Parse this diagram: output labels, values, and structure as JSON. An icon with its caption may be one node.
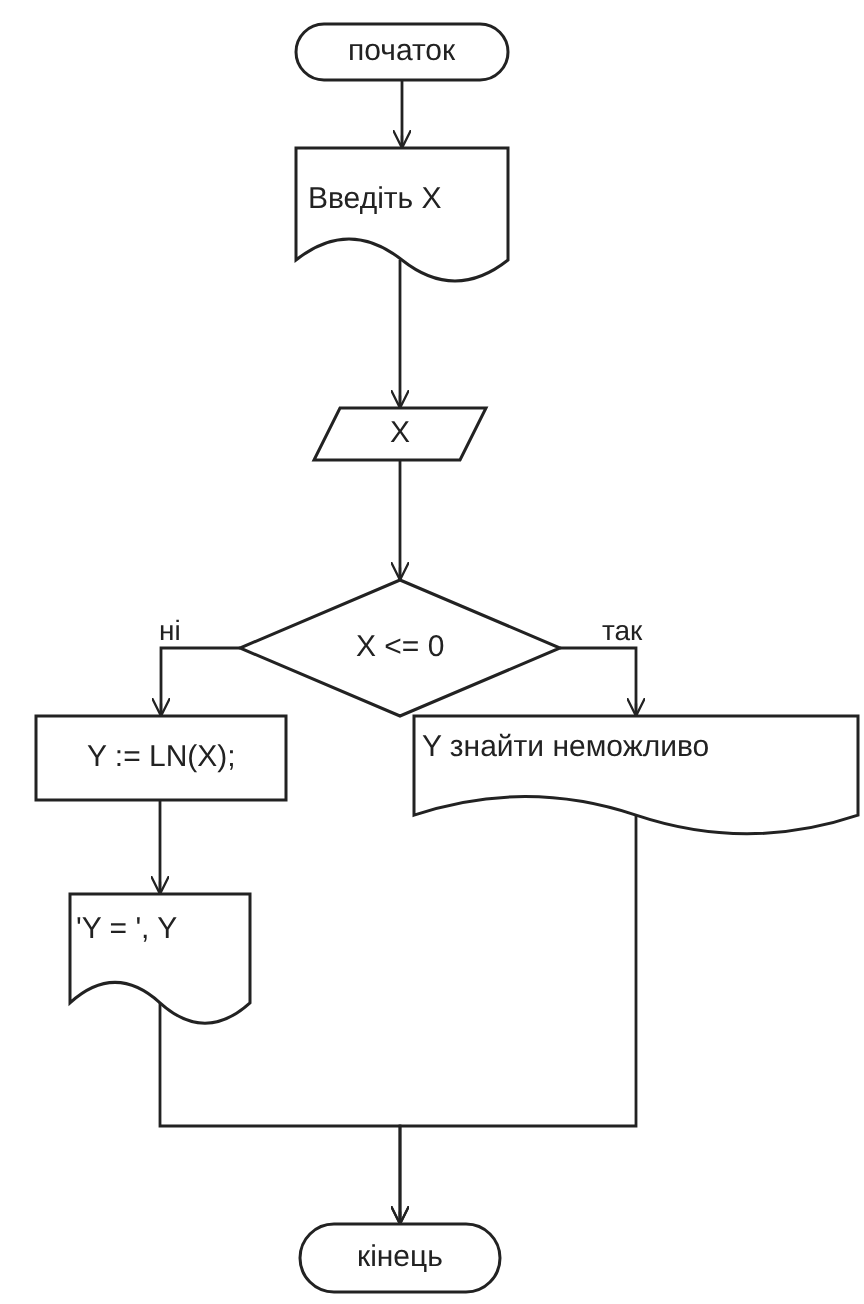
{
  "diagram": {
    "nodes": [
      {
        "text": [
          "початок"
        ]
      },
      {
        "text": [
          "Введіть X"
        ]
      },
      {
        "text": [
          "X"
        ]
      },
      {
        "text": [
          "X <= 0"
        ]
      },
      {
        "text": [
          "Y := LN(X);"
        ]
      },
      {
        "text": [
          "Y знайти неможливо"
        ]
      },
      {
        "text": [
          "'Y = ', Y"
        ]
      },
      {
        "text": [
          "кінець"
        ]
      }
    ],
    "edges": [
      {
        "from": 0,
        "to": 1,
        "arrow": "to"
      },
      {
        "from": 1,
        "to": 2,
        "arrow": "to"
      },
      {
        "from": 2,
        "to": 3,
        "arrow": "to"
      },
      {
        "from": 3,
        "to": 4,
        "arrow": "to",
        "label": "ні"
      },
      {
        "from": 3,
        "to": 5,
        "arrow": "to",
        "label": "так"
      },
      {
        "from": 4,
        "to": 6,
        "arrow": "to"
      },
      {
        "from": 6,
        "to": 7,
        "arrow": "to"
      },
      {
        "from": 5,
        "to": 7,
        "arrow": "to"
      }
    ]
  }
}
